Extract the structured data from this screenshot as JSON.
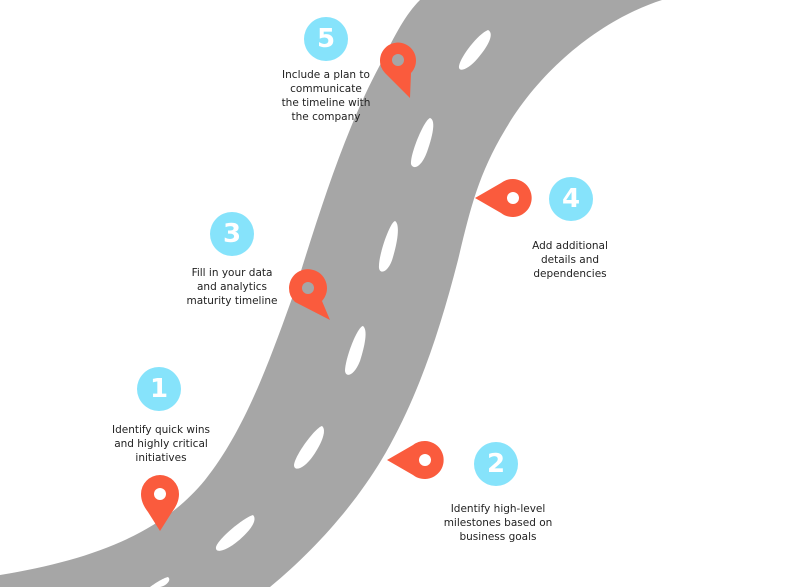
{
  "colors": {
    "road": "#a6a6a6",
    "lane_dash": "#ffffff",
    "pin": "#fa5b3d",
    "badge": "#86e3fb",
    "text": "#222222"
  },
  "steps": [
    {
      "number": "1",
      "text": "Identify quick wins\nand highly critical\ninitiatives",
      "icon": "map-pin-icon"
    },
    {
      "number": "2",
      "text": "Identify high-level\nmilestones based on\nbusiness goals",
      "icon": "map-pin-icon"
    },
    {
      "number": "3",
      "text": "Fill in your data\nand analytics\nmaturity timeline",
      "icon": "map-pin-icon"
    },
    {
      "number": "4",
      "text": "Add additional\ndetails and\ndependencies",
      "icon": "map-pin-icon"
    },
    {
      "number": "5",
      "text": "Include a plan to\ncommunicate\nthe timeline with\nthe company",
      "icon": "map-pin-icon"
    }
  ]
}
